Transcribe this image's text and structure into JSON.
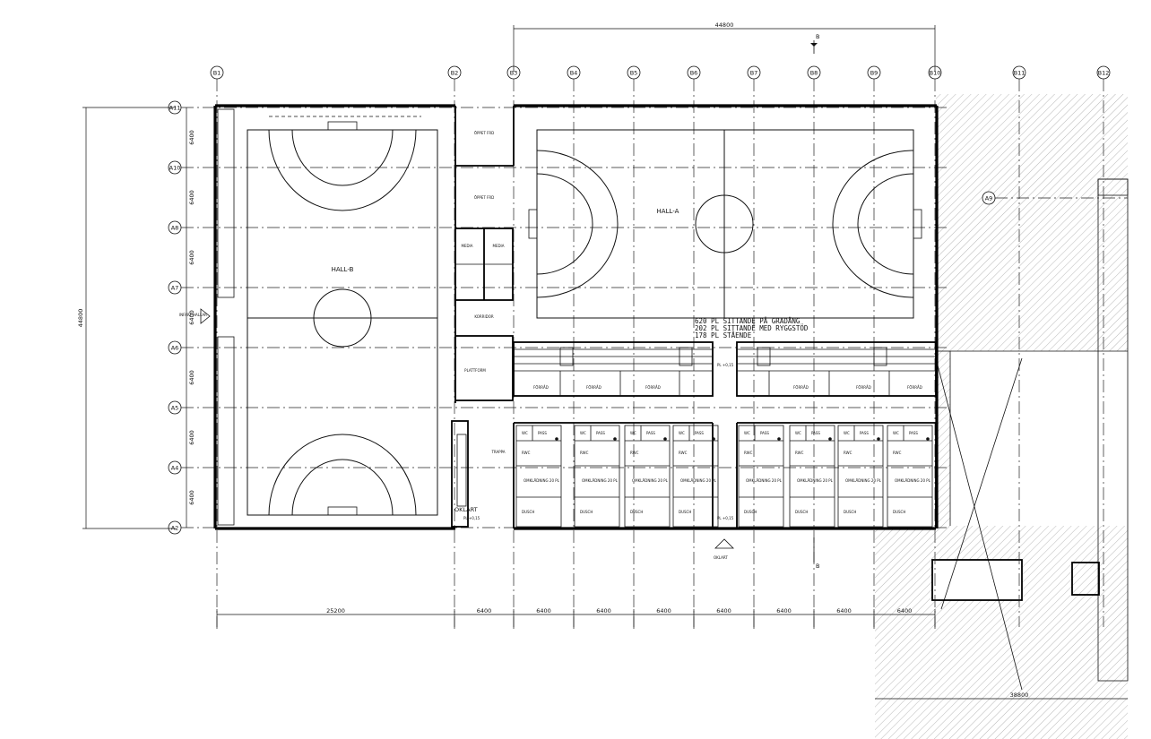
{
  "grid": {
    "b_labels": [
      "B1",
      "B2",
      "B3",
      "B4",
      "B5",
      "B6",
      "B7",
      "B8",
      "B9",
      "B10",
      "B11",
      "B12"
    ],
    "a_labels": [
      "A11",
      "A10",
      "A8",
      "A7",
      "A6",
      "A5",
      "A4",
      "A2"
    ],
    "a9_label": "A9"
  },
  "dimensions": {
    "top_total": "44800",
    "left_total": "44800",
    "left_segments": [
      "6400",
      "6400",
      "6400",
      "6400",
      "6400",
      "6400",
      "6400"
    ],
    "bottom_segments": [
      "25200",
      "6400",
      "6400",
      "6400",
      "6400",
      "6400",
      "6400",
      "6400",
      "6400"
    ],
    "bottom_right": "38800"
  },
  "section_mark": "B",
  "halls": {
    "hall_a": "HALL-A",
    "hall_b": "HALL-B"
  },
  "seating": {
    "line1": "620 PL SITTANDE PÅ GRADÄNG",
    "line2": "202 PL SITTANDE MED RYGGSTÖD",
    "line3": "178 PL STÅENDE"
  },
  "labels": {
    "oklart": "OKLART",
    "entrance": "INFART HALLAR",
    "stair": "TRAPPA",
    "corridor": "KORRIDOR",
    "platform": "PLATTFORM",
    "level": "PL +0,15",
    "drain": "PL +0,15"
  },
  "rooms": {
    "dressing": [
      "OMKLÄDNING 20 PL",
      "OMKLÄDNING 20 PL",
      "OMKLÄDNING 20 PL",
      "OMKLÄDNING 20 PL",
      "OMKLÄDNING 20 PL",
      "OMKLÄDNING 20 PL",
      "OMKLÄDNING 20 PL",
      "OMKLÄDNING 20 PL"
    ],
    "wc": "WC",
    "pass": "PASS",
    "rwc": "RWC",
    "dusch": "DUSCH",
    "forrad": "FÖRRÅD",
    "ovrigt": "ÖPPET FRD",
    "media": "MEDIA"
  }
}
